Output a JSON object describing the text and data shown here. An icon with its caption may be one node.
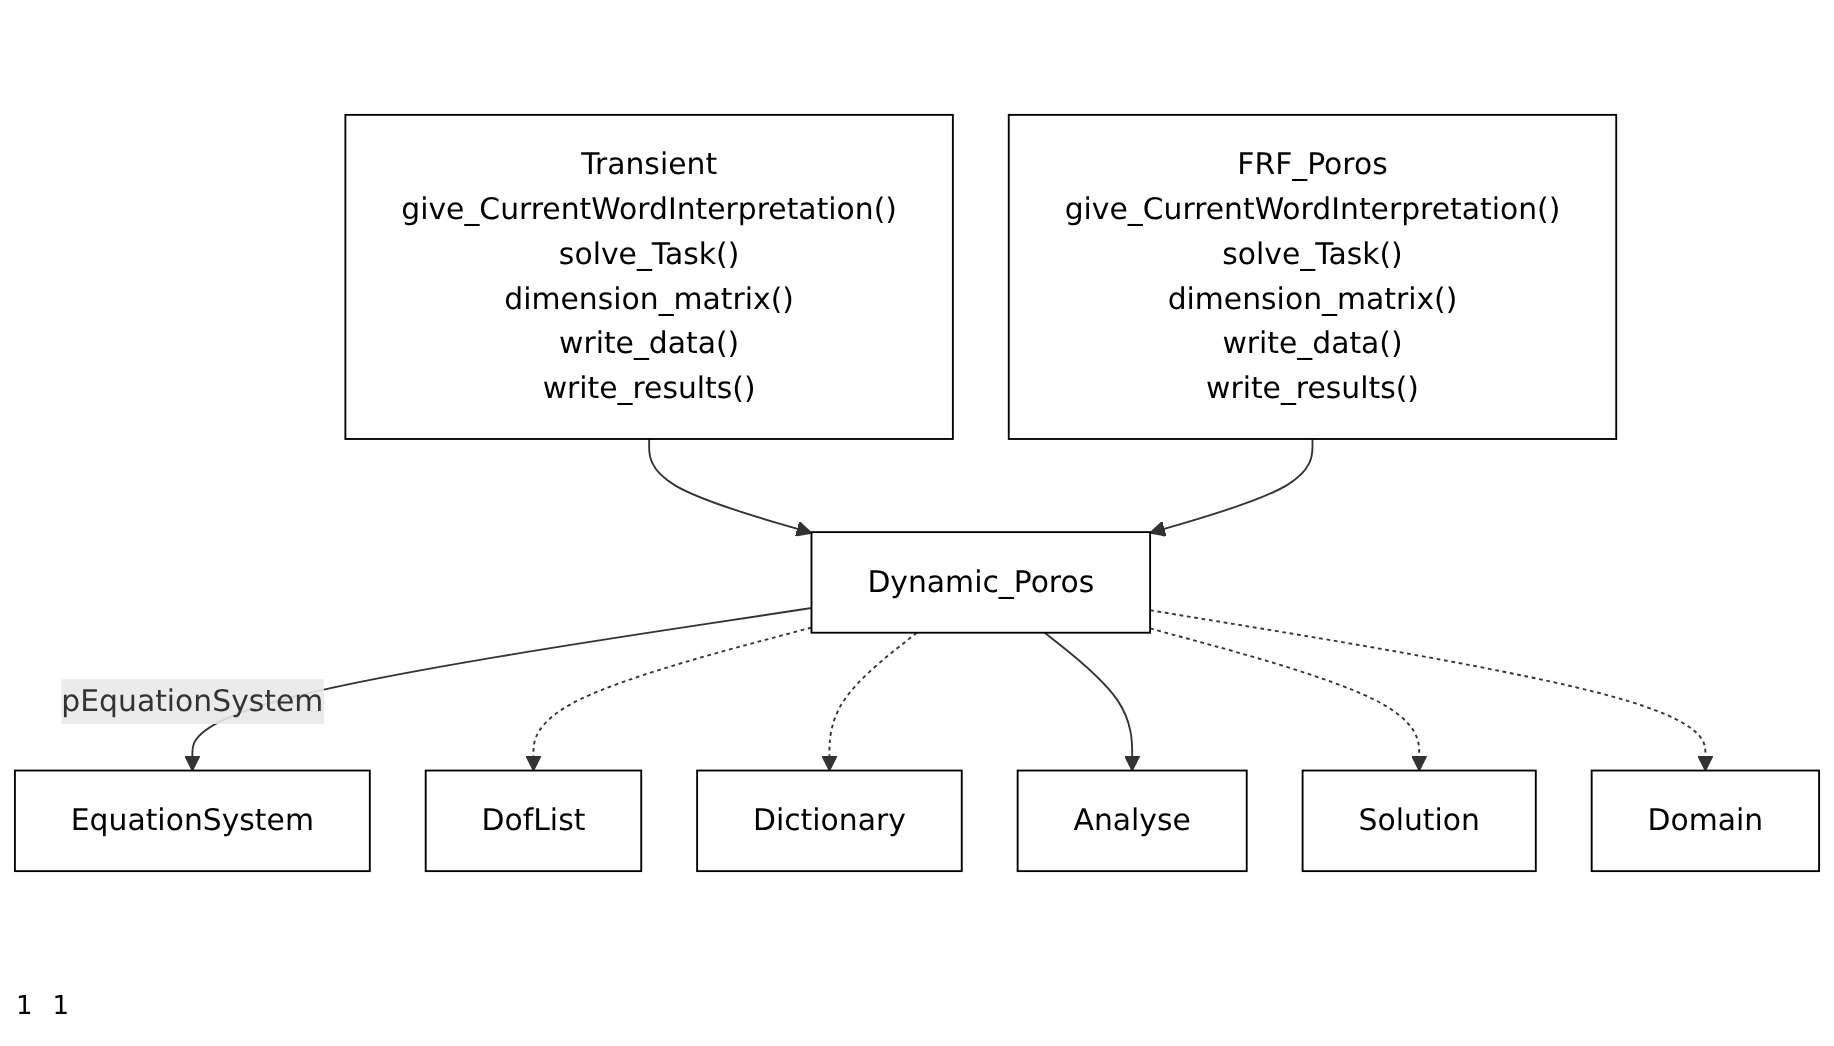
{
  "diagram": {
    "nodes": [
      {
        "text": [
          "EquationSystem"
        ]
      },
      {
        "text": [
          "DofList"
        ]
      },
      {
        "text": [
          "Dictionary"
        ]
      },
      {
        "text": [
          "Dynamic_Poros"
        ]
      },
      {
        "text": [
          "Transient",
          "give_CurrentWordInterpretation()",
          "solve_Task()",
          "dimension_matrix()",
          "write_data()",
          "write_results()"
        ]
      },
      {
        "text": [
          "Analyse"
        ]
      },
      {
        "text": [
          "Solution"
        ]
      },
      {
        "text": [
          "Domain"
        ]
      },
      {
        "text": [
          "FRF_Poros",
          "give_CurrentWordInterpretation()",
          "solve_Task()",
          "dimension_matrix()",
          "write_data()",
          "write_results()"
        ]
      }
    ],
    "edges": [
      {
        "from": 3,
        "to": 0,
        "arrow": "to",
        "label": "pEquationSystem"
      },
      {
        "from": 3,
        "to": 1,
        "arrow": "to",
        "style": "dashed"
      },
      {
        "from": 3,
        "to": 2,
        "arrow": "to",
        "style": "dashed"
      },
      {
        "from": 4,
        "to": 3,
        "arrow": "to"
      },
      {
        "from": 3,
        "to": 5,
        "arrow": "to"
      },
      {
        "from": 3,
        "to": 6,
        "arrow": "to",
        "style": "dashed"
      },
      {
        "from": 3,
        "to": 7,
        "arrow": "to",
        "style": "dashed"
      },
      {
        "from": 8,
        "to": 3,
        "arrow": "to"
      }
    ],
    "labels": [
      "1",
      "1"
    ]
  }
}
